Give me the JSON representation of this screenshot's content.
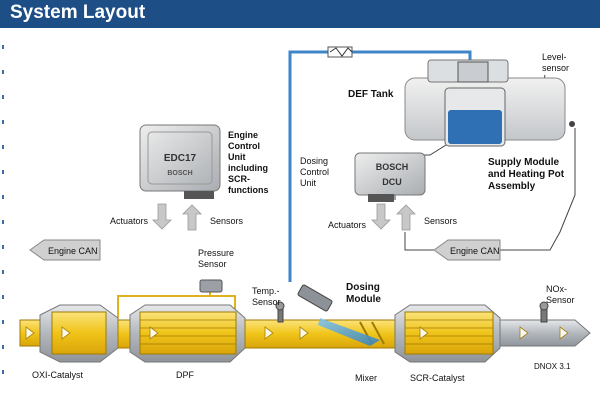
{
  "header": {
    "title": "System Layout"
  },
  "labels": {
    "ecu_text": "Engine Control Unit including SCR-functions",
    "ecu_chip": "EDC17",
    "ecu_brand": "BOSCH",
    "dcu_label": "Dosing Control Unit",
    "dcu_brand": "BOSCH",
    "dcu_chip": "DCU",
    "def_tank": "DEF Tank",
    "level_sensor": "Level-sensor",
    "supply_module": "Supply Module and Heating Pot Assembly",
    "actuators_left": "Actuators",
    "sensors_left": "Sensors",
    "actuators_right": "Actuators",
    "sensors_right": "Sensors",
    "engine_can_left": "Engine CAN",
    "engine_can_right": "Engine CAN",
    "pressure_sensor": "Pressure Sensor",
    "temp_sensor": "Temp.- Sensor",
    "dosing_module": "Dosing Module",
    "nox_sensor": "NOx- Sensor",
    "oxi_catalyst": "OXI-Catalyst",
    "dpf": "DPF",
    "mixer": "Mixer",
    "scr_catalyst": "SCR-Catalyst",
    "dnox": "DNOX 3.1"
  },
  "colors": {
    "title_bar": "#1d4f86",
    "exhaust_yellow": "#f0c419",
    "def_line": "#3f86c8",
    "def_liquid": "#2f6fb3",
    "can_arrow": "#c8c8c8",
    "pipe_gray": "#b8bcc0"
  }
}
